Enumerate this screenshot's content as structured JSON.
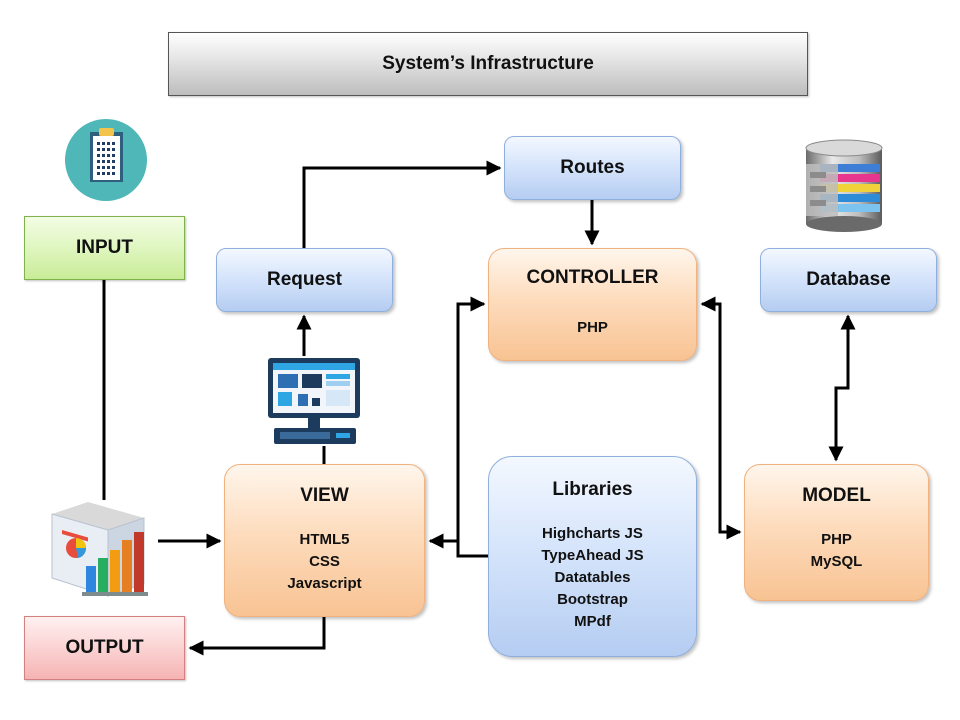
{
  "title": "System’s Infrastructure",
  "input": "INPUT",
  "output": "OUTPUT",
  "routes": "Routes",
  "request": "Request",
  "database": "Database",
  "controller": {
    "title": "CONTROLLER",
    "items": [
      "PHP"
    ]
  },
  "view": {
    "title": "VIEW",
    "items": [
      "HTML5",
      "CSS",
      "Javascript"
    ]
  },
  "libraries": {
    "title": "Libraries",
    "items": [
      "Highcharts JS",
      "TypeAhead JS",
      "Datatables",
      "Bootstrap",
      "MPdf"
    ]
  },
  "model": {
    "title": "MODEL",
    "items": [
      "PHP",
      "MySQL"
    ]
  },
  "icons": [
    "clipboard-icon",
    "database-icon",
    "computer-icon",
    "report-chart-icon"
  ]
}
